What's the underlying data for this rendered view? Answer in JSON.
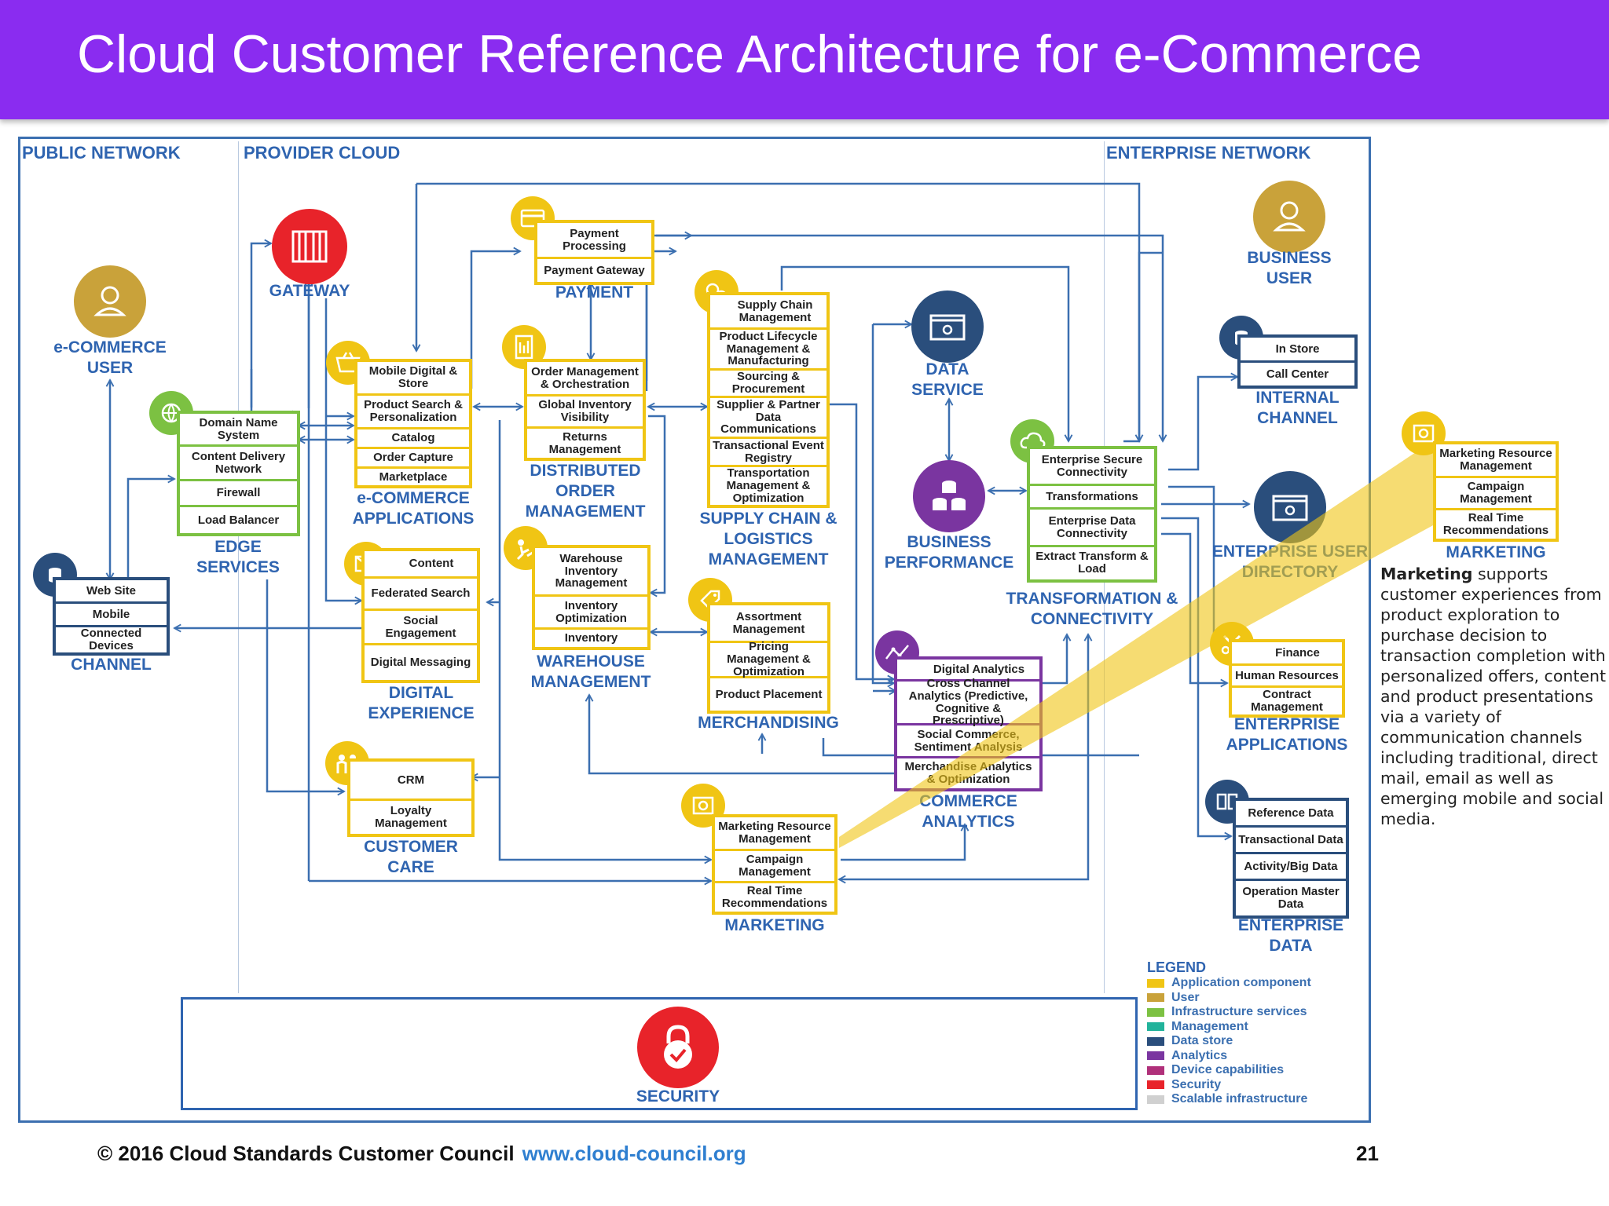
{
  "title": "Cloud Customer Reference Architecture for e-Commerce",
  "zones": {
    "public": "PUBLIC NETWORK",
    "provider": "PROVIDER CLOUD",
    "enterprise": "ENTERPRISE NETWORK"
  },
  "ecommerce_user": {
    "label": "e-COMMERCE USER"
  },
  "business_user": {
    "label": "BUSINESS USER"
  },
  "gateway": {
    "label": "GATEWAY"
  },
  "channel": {
    "label": "CHANNEL",
    "items": [
      "Web Site",
      "Mobile",
      "Connected Devices"
    ]
  },
  "edge_services": {
    "label": "EDGE SERVICES",
    "items": [
      "Domain Name System",
      "Content Delivery Network",
      "Firewall",
      "Load Balancer"
    ]
  },
  "ecommerce_apps": {
    "label": "e-COMMERCE APPLICATIONS",
    "items": [
      "Mobile Digital & Store",
      "Product Search & Personalization",
      "Catalog",
      "Order Capture",
      "Marketplace"
    ]
  },
  "payment": {
    "label": "PAYMENT",
    "items": [
      "Payment Processing",
      "Payment Gateway"
    ]
  },
  "order_mgmt": {
    "label": "DISTRIBUTED ORDER MANAGEMENT",
    "items": [
      "Order Management & Orchestration",
      "Global Inventory Visibility",
      "Returns Management"
    ]
  },
  "supply_chain": {
    "label": "SUPPLY CHAIN & LOGISTICS MANAGEMENT",
    "items": [
      "Supply Chain Management",
      "Product Lifecycle Management & Manufacturing",
      "Sourcing & Procurement",
      "Supplier & Partner Data Communications",
      "Transactional Event Registry",
      "Transportation Management & Optimization"
    ]
  },
  "data_service": {
    "label": "DATA SERVICE"
  },
  "business_performance": {
    "label": "BUSINESS PERFORMANCE"
  },
  "transformation": {
    "label": "TRANSFORMATION & CONNECTIVITY",
    "items": [
      "Enterprise Secure Connectivity",
      "Transformations",
      "Enterprise Data Connectivity",
      "Extract Transform & Load"
    ]
  },
  "internal_channel": {
    "label": "INTERNAL CHANNEL",
    "items": [
      "In Store",
      "Call Center"
    ]
  },
  "user_directory": {
    "label": "ENTERPRISE USER DIRECTORY"
  },
  "enterprise_apps": {
    "label": "ENTERPRISE APPLICATIONS",
    "items": [
      "Finance",
      "Human Resources",
      "Contract Management"
    ]
  },
  "enterprise_data": {
    "label": "ENTERPRISE DATA",
    "items": [
      "Reference Data",
      "Transactional Data",
      "Activity/Big Data",
      "Operation Master Data"
    ]
  },
  "digital_experience": {
    "label": "DIGITAL EXPERIENCE",
    "items": [
      "Content",
      "Federated Search",
      "Social Engagement",
      "Digital Messaging"
    ]
  },
  "warehouse": {
    "label": "WAREHOUSE MANAGEMENT",
    "items": [
      "Warehouse Inventory Management",
      "Inventory Optimization",
      "Inventory"
    ]
  },
  "merchandising": {
    "label": "MERCHANDISING",
    "items": [
      "Assortment Management",
      "Pricing Management & Optimization",
      "Product Placement"
    ]
  },
  "commerce_analytics": {
    "label": "COMMERCE ANALYTICS",
    "items": [
      "Digital Analytics",
      "Cross Channel Analytics (Predictive, Cognitive & Prescriptive)",
      "Social Commerce, Sentiment Analysis",
      "Merchandise Analytics & Optimization"
    ]
  },
  "customer_care": {
    "label": "CUSTOMER CARE",
    "items": [
      "CRM",
      "Loyalty Management"
    ]
  },
  "marketing": {
    "label": "MARKETING",
    "items": [
      "Marketing Resource Management",
      "Campaign Management",
      "Real Time Recommendations"
    ]
  },
  "marketing_callout": {
    "label": "MARKETING",
    "items": [
      "Marketing Resource Management",
      "Campaign Management",
      "Real Time Recommendations"
    ]
  },
  "marketing_desc": {
    "bold": "Marketing",
    "text": " supports customer experiences from product exploration to purchase decision to transaction completion with personalized offers, content and product presentations via a variety of communication channels including traditional, direct mail, email as well as emerging mobile and social media."
  },
  "security": {
    "label": "SECURITY"
  },
  "legend": {
    "title": "LEGEND",
    "items": [
      {
        "label": "Application component",
        "color": "#f0c514"
      },
      {
        "label": "User",
        "color": "#c9a23a"
      },
      {
        "label": "Infrastructure services",
        "color": "#7cc142"
      },
      {
        "label": "Management",
        "color": "#21b39b"
      },
      {
        "label": "Data store",
        "color": "#2a4e7c"
      },
      {
        "label": "Analytics",
        "color": "#7a35a0"
      },
      {
        "label": "Device capabilities",
        "color": "#b0307a"
      },
      {
        "label": "Security",
        "color": "#e8232a"
      },
      {
        "label": "Scalable infrastructure",
        "color": "#d0d0d0"
      }
    ]
  },
  "footer": {
    "copyright": "© 2016 Cloud Standards Customer Council",
    "url": "www.cloud-council.org",
    "page": "21"
  },
  "colors": {
    "title_bar": "#8a2cf0",
    "label_blue": "#2f64b0",
    "component_yellow": "#f0c514",
    "analytics_purple": "#7a35a0",
    "data_navy": "#2a4e7c",
    "user_gold": "#c9a23a",
    "infra_green": "#7cc142",
    "security_red": "#e8232a"
  }
}
